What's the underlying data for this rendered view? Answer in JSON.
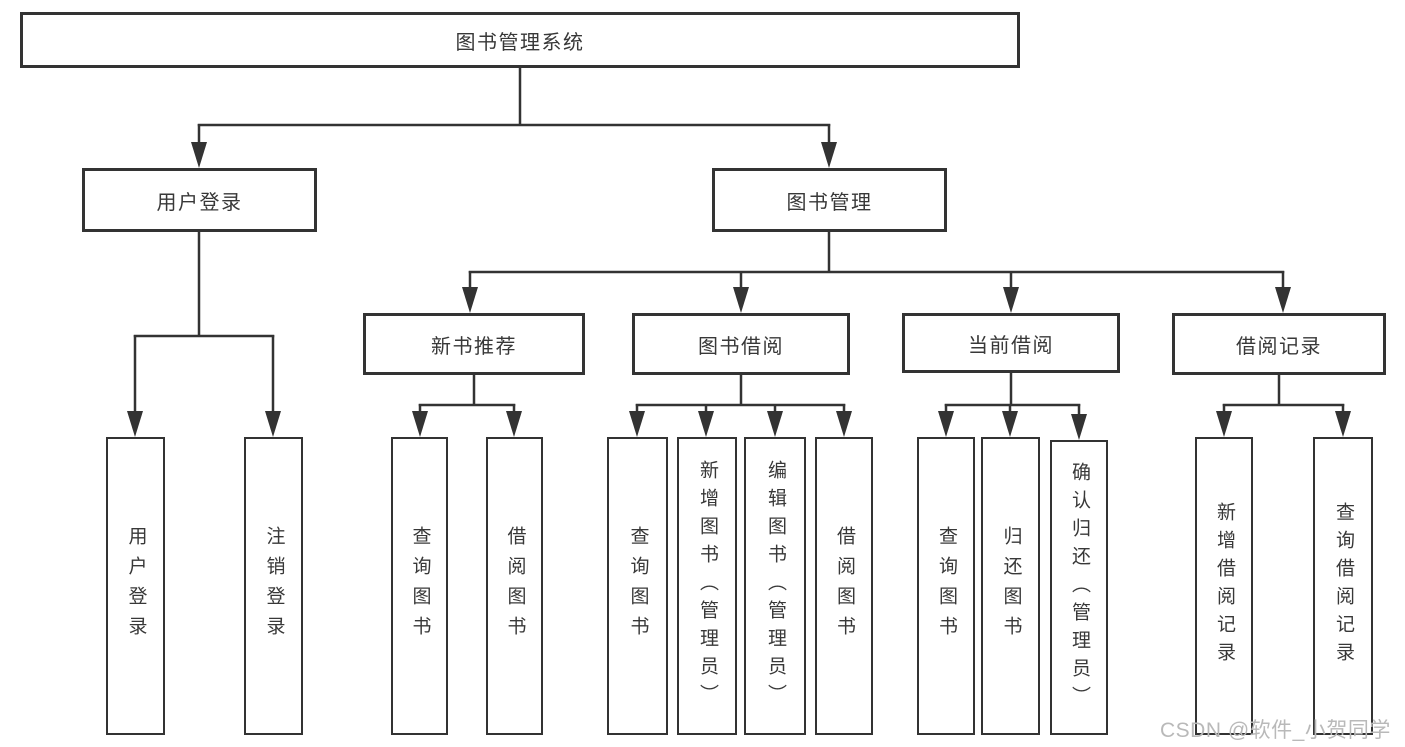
{
  "tree": {
    "label": "图书管理系统",
    "children": [
      {
        "label": "用户登录",
        "children": [
          {
            "label": "用户登录"
          },
          {
            "label": "注销登录"
          }
        ]
      },
      {
        "label": "图书管理",
        "children": [
          {
            "label": "新书推荐",
            "children": [
              {
                "label": "查询图书"
              },
              {
                "label": "借阅图书"
              }
            ]
          },
          {
            "label": "图书借阅",
            "children": [
              {
                "label": "查询图书"
              },
              {
                "label": "新增图书（管理员）"
              },
              {
                "label": "编辑图书（管理员）"
              },
              {
                "label": "借阅图书"
              }
            ]
          },
          {
            "label": "当前借阅",
            "children": [
              {
                "label": "查询图书"
              },
              {
                "label": "归还图书"
              },
              {
                "label": "确认归还（管理员）"
              }
            ]
          },
          {
            "label": "借阅记录",
            "children": [
              {
                "label": "新增借阅记录"
              },
              {
                "label": "查询借阅记录"
              }
            ]
          }
        ]
      }
    ]
  },
  "watermark": {
    "text": "CSDN @软件_小贺同学"
  },
  "colors": {
    "line": "#333333",
    "box_border": "#333333",
    "text": "#383838",
    "watermark": "#b9b9b9",
    "background": "#ffffff"
  }
}
